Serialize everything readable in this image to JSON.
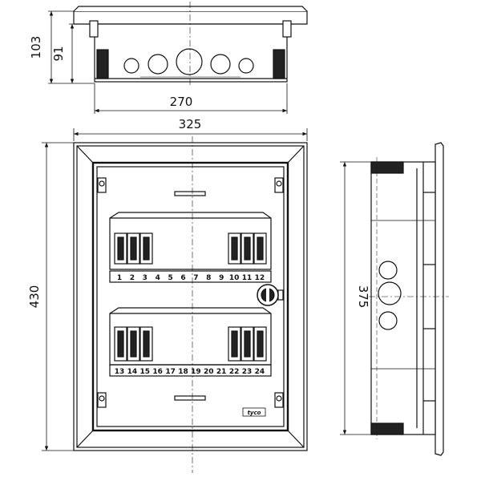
{
  "dimensions": {
    "top_height_outer": "103",
    "top_height_inner": "91",
    "top_width": "270",
    "front_width": "325",
    "front_height": "430",
    "side_height": "375"
  },
  "module_numbers": {
    "top_row": [
      "1",
      "2",
      "3",
      "4",
      "5",
      "6",
      "7",
      "8",
      "9",
      "10",
      "11",
      "12"
    ],
    "bottom_row": [
      "13",
      "14",
      "15",
      "16",
      "17",
      "18",
      "19",
      "20",
      "21",
      "22",
      "23",
      "24"
    ]
  },
  "brand_logo": "tyco"
}
